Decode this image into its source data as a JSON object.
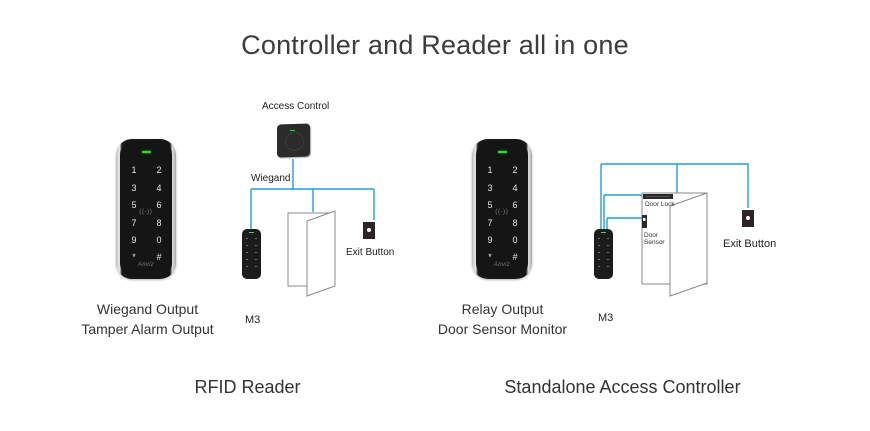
{
  "header": {
    "title": "Controller and Reader all in one"
  },
  "keypad": {
    "keys": [
      "1",
      "2",
      "3",
      "4",
      "5",
      "6",
      "7",
      "8",
      "9",
      "0",
      "*",
      "#"
    ],
    "rfid_symbol": "((·))",
    "brand": "Anviz"
  },
  "left_panel": {
    "diagram_labels": {
      "access_control": "Access Control",
      "wiegand": "Wiegand",
      "exit_button": "Exit Button",
      "model": "M3"
    },
    "features": [
      "Wiegand Output",
      "Tamper Alarm Output"
    ],
    "mode": "RFID Reader"
  },
  "right_panel": {
    "diagram_labels": {
      "door_lock": "Door Lock",
      "door_sensor": "Door Sensor",
      "exit_button": "Exit Button",
      "model": "M3"
    },
    "features": [
      "Relay Output",
      "Door Sensor Monitor"
    ],
    "mode": "Standalone Access Controller"
  },
  "colors": {
    "wire": "#1f9fd8",
    "led": "#2ddc3c",
    "device": "#151515",
    "text": "#333333"
  }
}
